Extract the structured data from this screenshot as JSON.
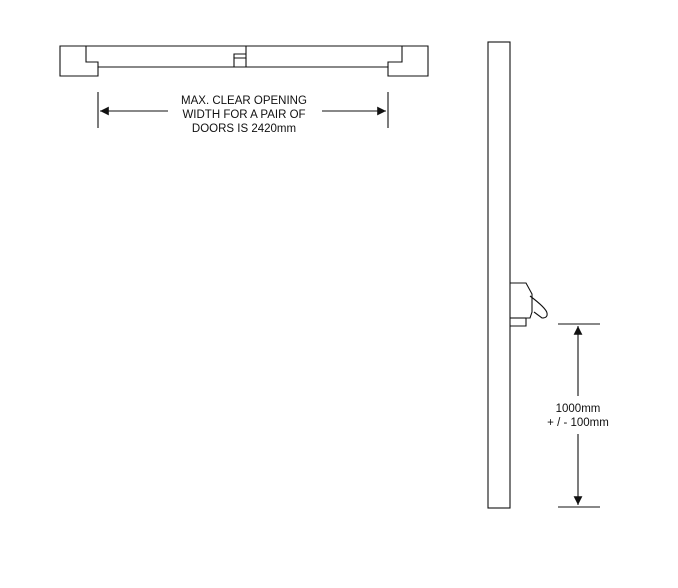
{
  "plan_view": {
    "note_lines": [
      "MAX. CLEAR OPENING",
      "WIDTH FOR A PAIR OF",
      "DOORS IS 2420mm"
    ]
  },
  "elevation_view": {
    "height_lines": [
      "1000mm",
      "+ / - 100mm"
    ]
  },
  "colors": {
    "line": "#111111",
    "background": "#ffffff"
  }
}
